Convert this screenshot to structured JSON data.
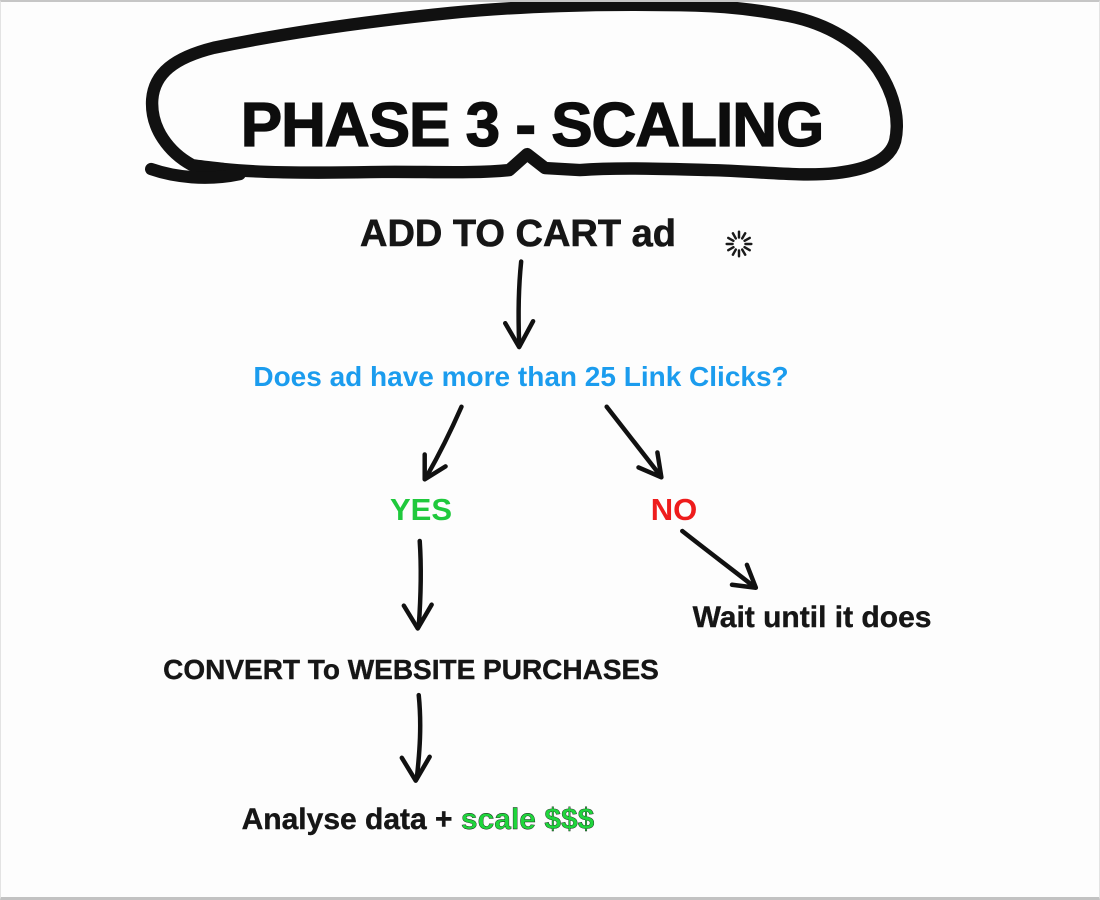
{
  "diagram": {
    "title": "PHASE 3 - SCALING",
    "nodes": {
      "ad": {
        "label": "ADD TO CART ad",
        "color": "#161616"
      },
      "question": {
        "label": "Does ad have more than 25 Link Clicks?",
        "color": "#1b9cee"
      },
      "yes": {
        "label": "YES",
        "color": "#1fc93c"
      },
      "no": {
        "label": "NO",
        "color": "#ee1c1c"
      },
      "wait": {
        "label": "Wait until it does",
        "color": "#161616"
      },
      "convert": {
        "label": "CONVERT To WEBSITE PURCHASES",
        "color": "#161616"
      },
      "analyse": {
        "label_black": "Analyse data + ",
        "label_green": "scale $$$",
        "green_color": "#1fd53c"
      }
    },
    "edges": [
      {
        "from": "ad",
        "to": "question"
      },
      {
        "from": "question",
        "to": "yes"
      },
      {
        "from": "question",
        "to": "no"
      },
      {
        "from": "yes",
        "to": "convert"
      },
      {
        "from": "no",
        "to": "wait"
      },
      {
        "from": "convert",
        "to": "analyse"
      }
    ],
    "icons": {
      "spinner": "loading-spinner-icon"
    },
    "ink_color": "#111111"
  }
}
